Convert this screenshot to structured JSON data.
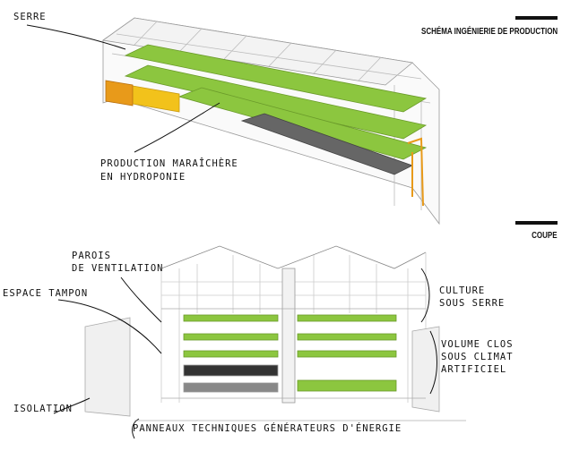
{
  "header": {
    "title": "SCHÉMA INGÉNIERIE DE PRODUCTION"
  },
  "section": {
    "title": "COUPE"
  },
  "top_labels": {
    "serre": "SERRE",
    "production_1": "PRODUCTION MARAÎCHÈRE",
    "production_2": "EN HYDROPONIE"
  },
  "bottom_labels": {
    "parois_1": "PAROIS",
    "parois_2": "DE VENTILATION",
    "espace_tampon": "ESPACE TAMPON",
    "culture_1": "CULTURE",
    "culture_2": "SOUS SERRE",
    "volume_1": "VOLUME CLOS",
    "volume_2": "SOUS CLIMAT",
    "volume_3": "ARTIFICIEL",
    "isolation": "ISOLATION",
    "panneaux": "PANNEAUX TECHNIQUES GÉNÉRATEURS D'ÉNERGIE"
  },
  "colors": {
    "green": "#8cc63f",
    "yellow": "#f2c21b",
    "orange": "#e89a1a",
    "dark": "#555555"
  }
}
